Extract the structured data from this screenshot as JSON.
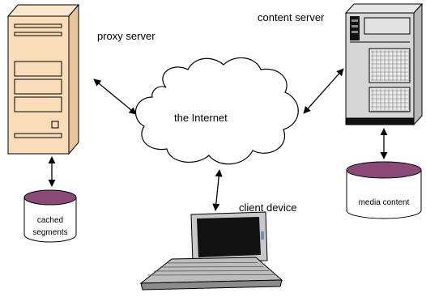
{
  "labels": {
    "proxy_server": "proxy server",
    "content_server": "content server",
    "internet": "the Internet",
    "client_device": "client device",
    "cached_segments_line1": "cached",
    "cached_segments_line2": "segments",
    "media_content": "media content"
  },
  "icons": {
    "proxy_server": "tower-server-icon",
    "content_server": "tower-server-icon",
    "internet": "cloud-icon",
    "client_device": "laptop-icon",
    "cached_segments": "database-cylinder-icon",
    "media_content": "database-cylinder-icon"
  },
  "colors": {
    "proxy_server_body": "#f9ddb8",
    "content_server_body": "#d6d6d6",
    "database_top": "#8b4a76",
    "cloud_fill": "#ffffff",
    "laptop_body": "#c9c9c9",
    "laptop_screen": "#111111"
  },
  "edges": [
    {
      "from": "proxy server",
      "to": "the Internet",
      "direction": "bidirectional"
    },
    {
      "from": "the Internet",
      "to": "content server",
      "direction": "bidirectional"
    },
    {
      "from": "the Internet",
      "to": "client device",
      "direction": "bidirectional"
    },
    {
      "from": "proxy server",
      "to": "cached segments",
      "direction": "bidirectional"
    },
    {
      "from": "content server",
      "to": "media content",
      "direction": "bidirectional"
    }
  ]
}
